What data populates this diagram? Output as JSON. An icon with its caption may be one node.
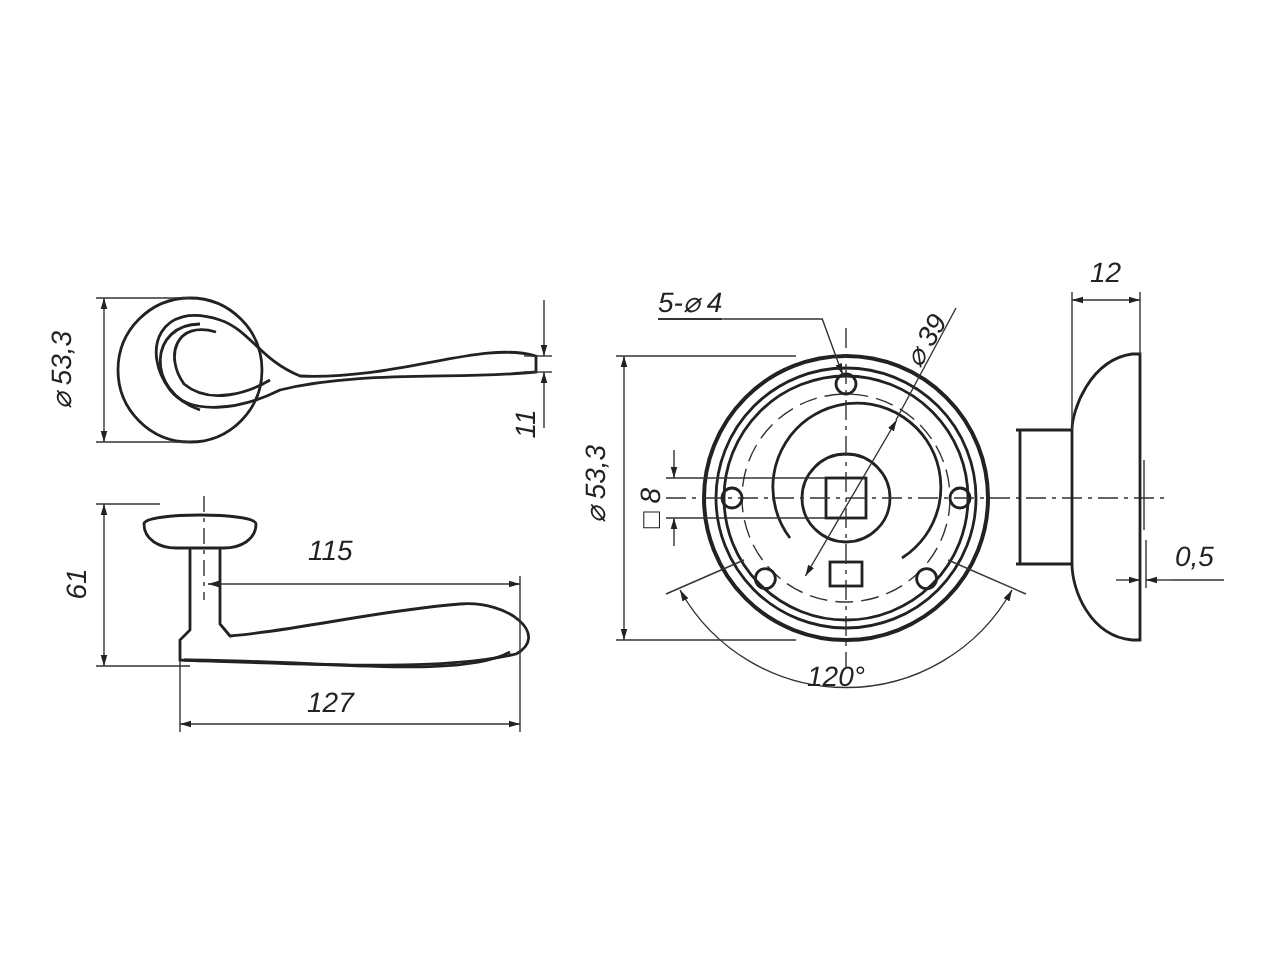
{
  "diagram": {
    "nodes": [
      {
        "text": [
          "5-⌀ 4"
        ]
      },
      {
        "text": [],
        "shape": "circle"
      }
    ],
    "edges": [
      {
        "from": 0,
        "to": 1,
        "arrow": "to"
      }
    ],
    "labels": [
      "⌀ 53,3",
      "11",
      "61",
      "115",
      "127",
      "⌀ 39",
      "12",
      "⌀ 53,3",
      "□ 8",
      "0,5",
      "120°"
    ]
  }
}
